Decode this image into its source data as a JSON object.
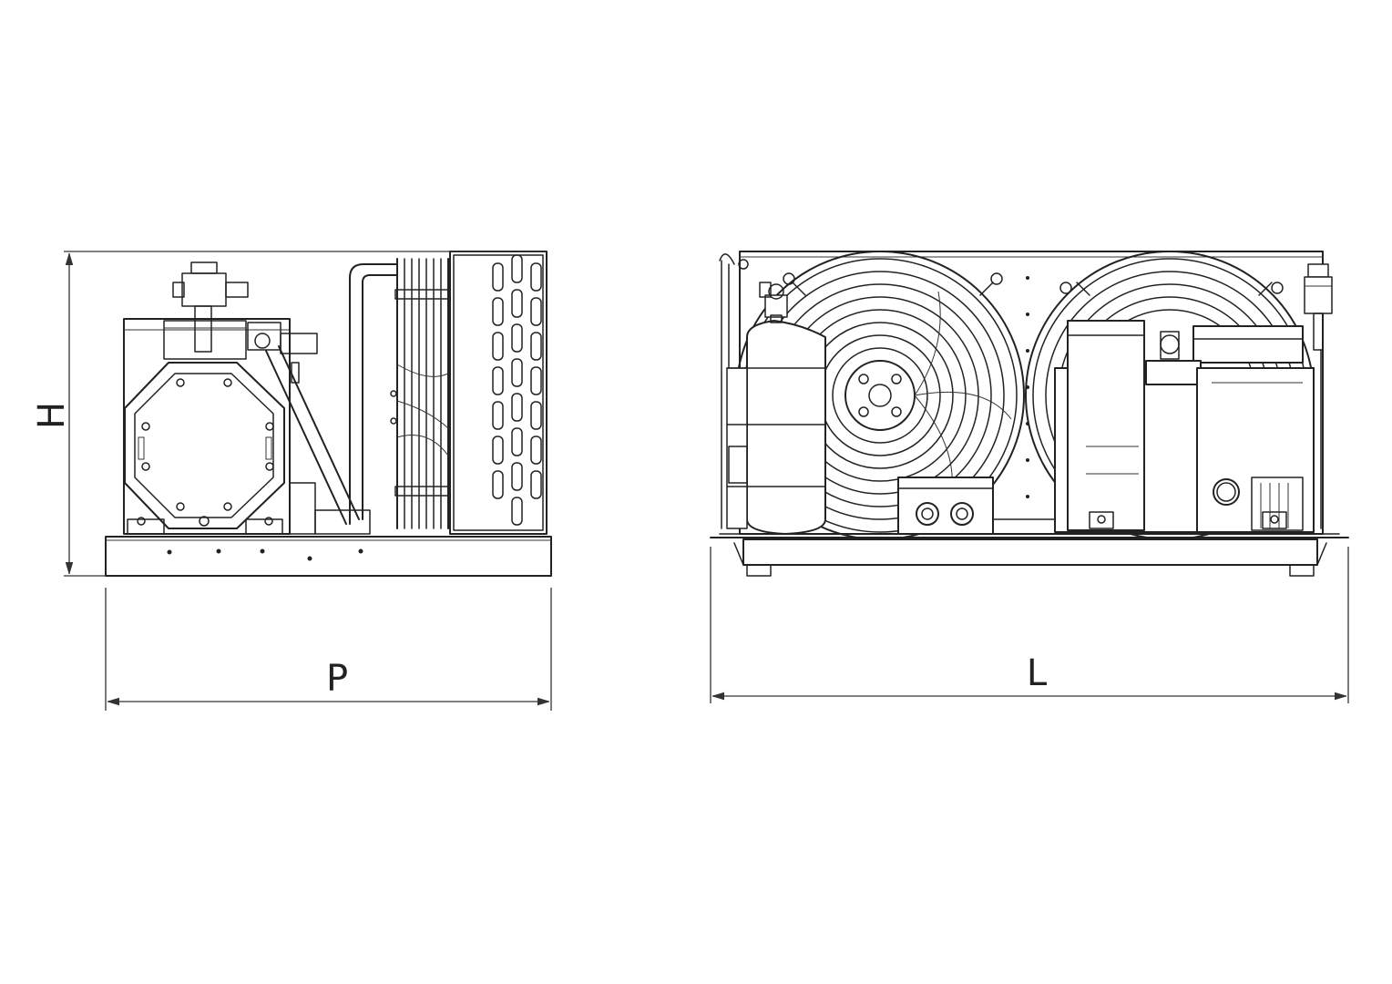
{
  "dimensions": {
    "height_label": "H",
    "depth_label": "P",
    "length_label": "L"
  },
  "views": {
    "side": {},
    "front": {}
  },
  "colors": {
    "line": "#222222",
    "background": "#ffffff"
  }
}
